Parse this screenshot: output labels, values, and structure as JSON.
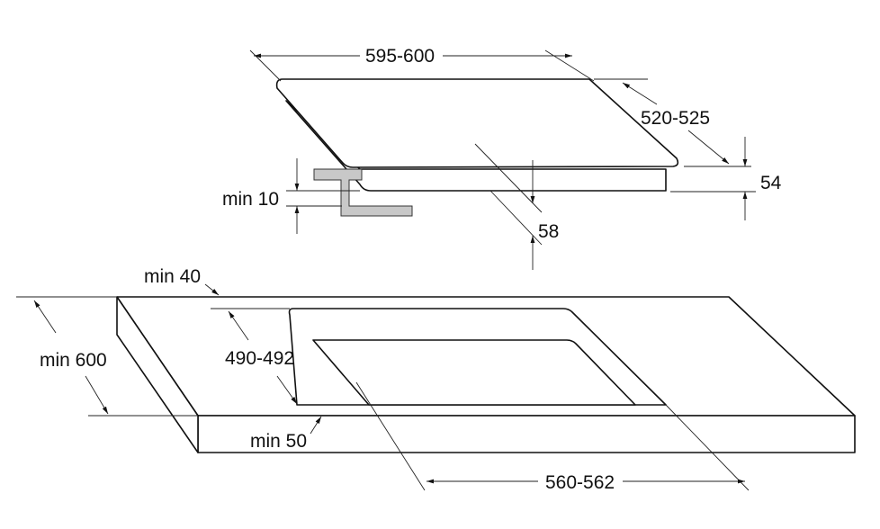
{
  "diagram": {
    "hob": {
      "width_label": "595-600",
      "depth_label": "520-525",
      "height_label": "54",
      "clearance_label": "min 10",
      "installation_depth_label": "58"
    },
    "countertop": {
      "depth_label": "min 600",
      "back_margin_label": "min 40",
      "cutout_depth_label": "490-492",
      "front_margin_label": "min 50",
      "cutout_width_label": "560-562"
    },
    "colors": {
      "line": "#111111",
      "bracket_fill": "#c8c8c8"
    }
  }
}
